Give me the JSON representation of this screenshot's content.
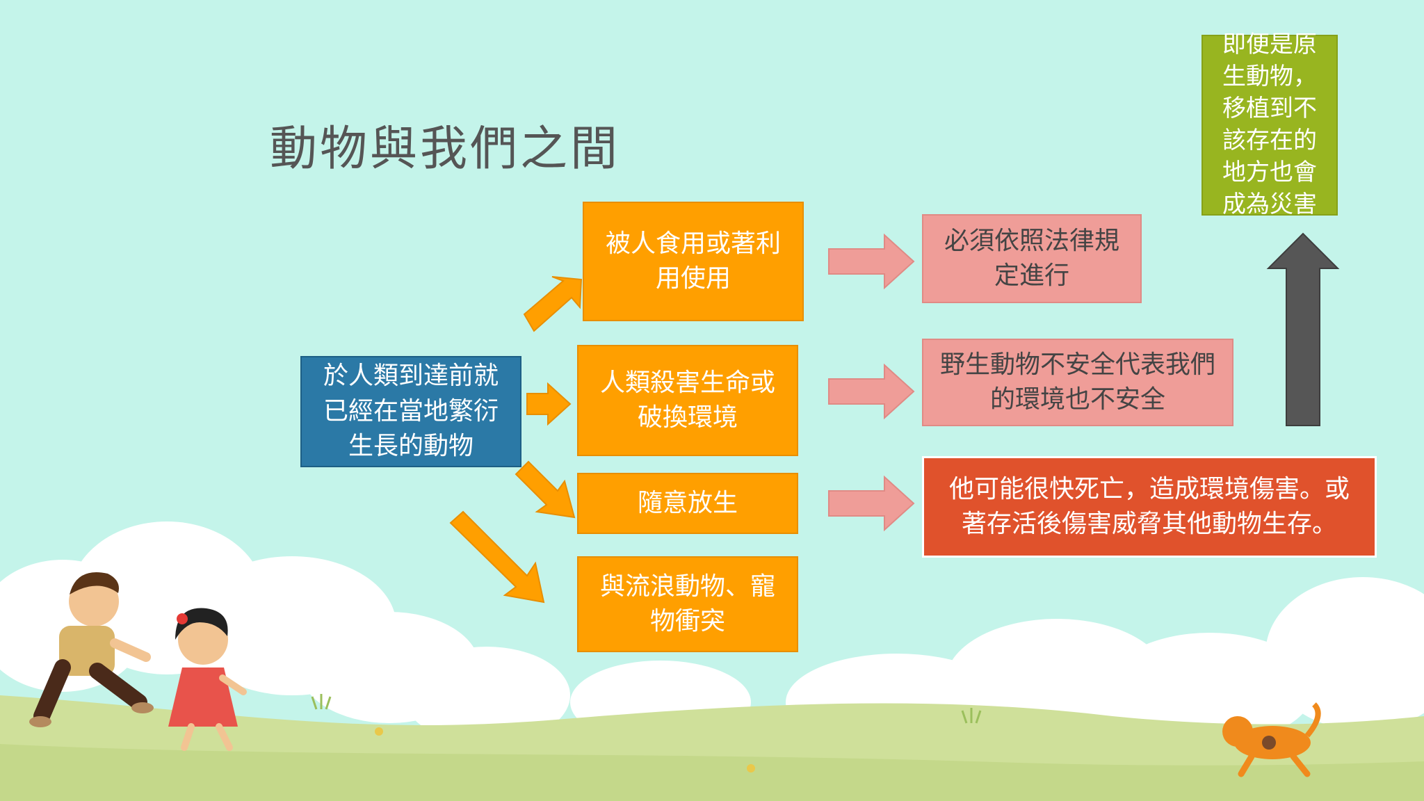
{
  "slide": {
    "title": "動物與我們之間"
  },
  "diagram": {
    "source": "於人類到達前就已經在當地繁衍生長的動物",
    "effects": [
      "被人食用或著利用使用",
      "人類殺害生命或破換環境",
      "隨意放生",
      "與流浪動物、寵物衝突"
    ],
    "consequences": [
      "必須依照法律規定進行",
      "野生動物不安全代表我們的環境也不安全",
      "他可能很快死亡，造成環境傷害。或著存活後傷害威脅其他動物生存。"
    ],
    "conclusion": "即便是原生動物，移植到不該存在的地方也會成為災害"
  },
  "colors": {
    "background": "#c4f4ea",
    "effect_box": "#ff9f00",
    "source_box": "#2b79a6",
    "consequence_box": "#ef9d98",
    "highlight_box": "#e0522c",
    "conclusion_box": "#98b520",
    "up_arrow": "#565656"
  }
}
